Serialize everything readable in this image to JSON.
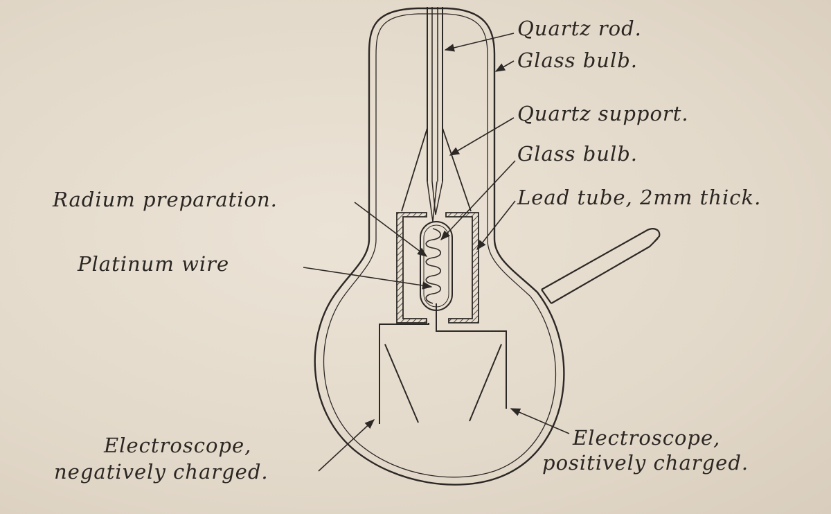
{
  "diagram": {
    "labels": {
      "quartz_rod": "Quartz rod.",
      "glass_bulb_outer": "Glass bulb.",
      "quartz_support": "Quartz support.",
      "glass_bulb_inner": "Glass bulb.",
      "lead_tube": "Lead tube, 2mm thick.",
      "radium_preparation": "Radium preparation.",
      "platinum_wire": "Platinum wire",
      "electroscope_negative_line1": "Electroscope,",
      "electroscope_negative_line2": "negatively charged.",
      "electroscope_positive_line1": "Electroscope,",
      "electroscope_positive_line2": "positively charged."
    },
    "colors": {
      "paper": "#e6ddcf",
      "ink": "#2c2825"
    }
  }
}
